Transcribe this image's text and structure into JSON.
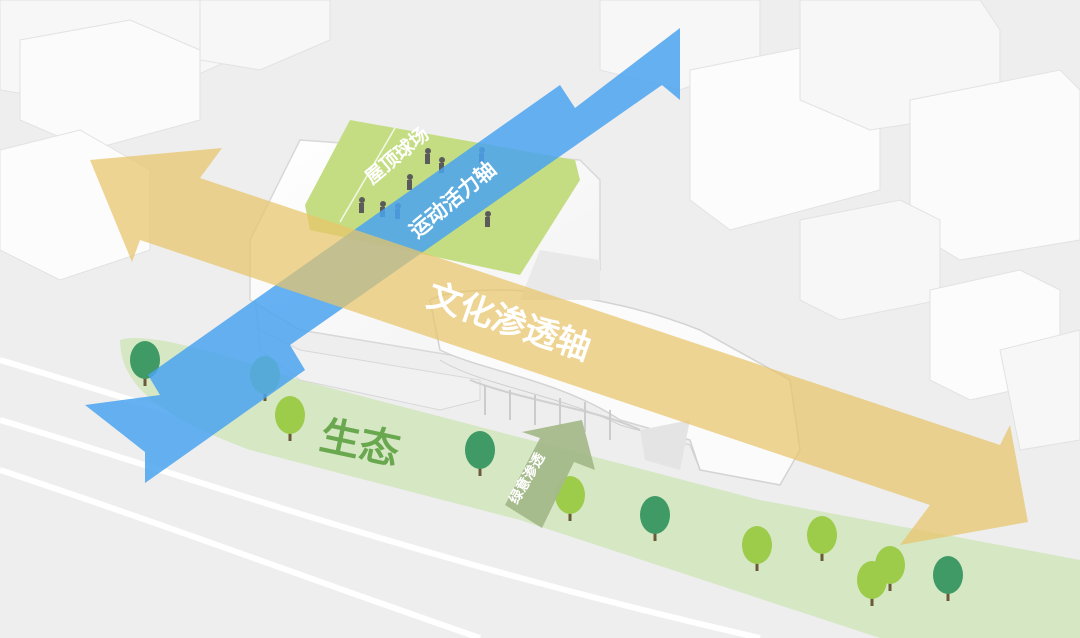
{
  "labels": {
    "rooftop_court": "屋顶球场",
    "sports_axis": "运动活力轴",
    "culture_axis": "文化渗透轴",
    "ecology": "生态",
    "green_penetration": "绿意渗透"
  },
  "colors": {
    "background": "#eeeeee",
    "building": "#fafafa",
    "rooftop_green": "#c4dd82",
    "park_green": "#d6e7c4",
    "sports_axis_blue": "#4aa3f0",
    "culture_axis_yellow": "#e9c56a",
    "ecology_text": "#6aa84f",
    "tree_dark": "#3f9a66",
    "tree_light": "#9ccc4a",
    "green_arrow": "#a4b98a"
  },
  "icons": [
    "tree-icon",
    "person-icon",
    "double-arrow-icon",
    "arrow-up-icon"
  ]
}
